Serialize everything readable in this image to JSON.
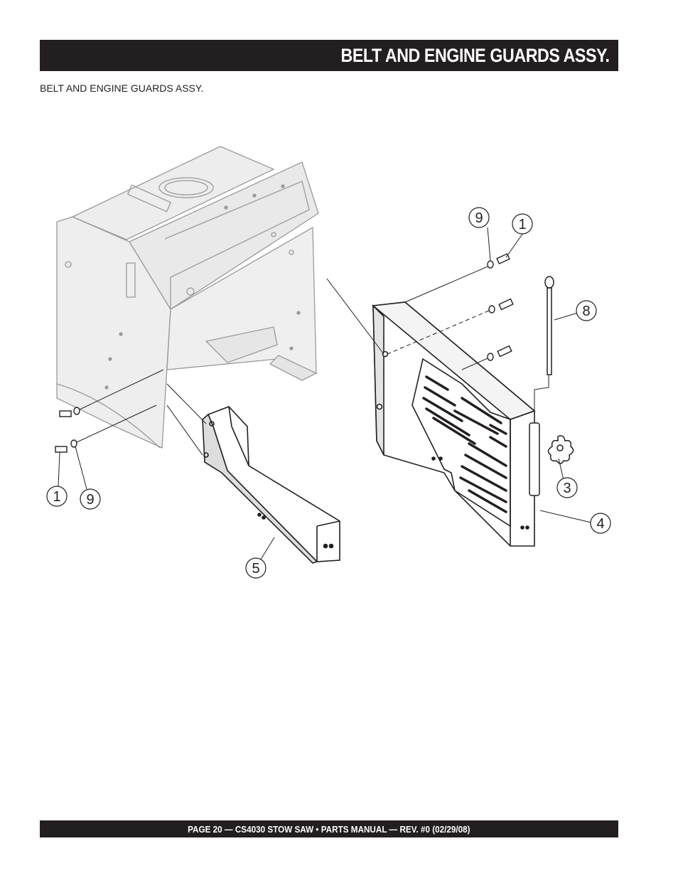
{
  "header": {
    "title": "BELT AND ENGINE GUARDS ASSY."
  },
  "subtitle": "BELT AND ENGINE GUARDS ASSY.",
  "footer": {
    "text": "PAGE 20 — CS4030 STOW SAW • PARTS MANUAL — REV. #0 (02/29/08)"
  },
  "callouts": {
    "c9_top": "9",
    "c1_top": "1",
    "c8": "8",
    "c3": "3",
    "c4": "4",
    "c5": "5",
    "c1_bottom": "1",
    "c9_bottom": "9"
  }
}
